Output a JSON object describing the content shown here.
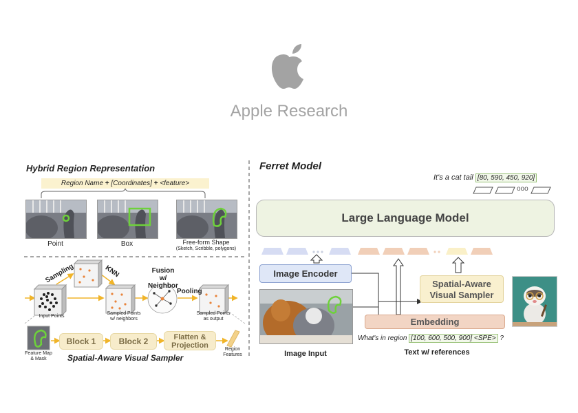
{
  "header": {
    "brand_name": "Apple Research",
    "logo_icon": "apple-logo-icon"
  },
  "left_panel": {
    "title": "Hybrid Region Representation",
    "formula": {
      "part1": "Region Name",
      "plus1": "+",
      "part2": "[Coordinates]",
      "plus2": "+",
      "part3": "<feature>"
    },
    "examples": [
      {
        "label": "Point"
      },
      {
        "label": "Box"
      },
      {
        "label": "Free-form Shape",
        "sublabel": "(Sketch, Scribble, polygons)"
      }
    ],
    "sampler": {
      "title": "Spatial-Aware Visual Sampler",
      "step_sampling": "Sampling",
      "step_knn": "KNN",
      "step_fusion_line1": "Fusion",
      "step_fusion_line2": "w/ Neighbor",
      "step_pooling": "Pooling",
      "input_points": "Input Points",
      "sampled_neighbors_line1": "Sampled Points",
      "sampled_neighbors_line2": "w/ neighbors",
      "sampled_output_line1": "Sampled Points",
      "sampled_output_line2": "as output",
      "feature_map_line1": "Feature Map",
      "feature_map_line2": "& Mask",
      "block1": "Block 1",
      "block2": "Block 2",
      "flatten_line1": "Flatten &",
      "flatten_line2": "Projection",
      "region_features_line1": "Region",
      "region_features_line2": "Features"
    }
  },
  "right_panel": {
    "title": "Ferret Model",
    "output_text": "It's a cat tail",
    "output_coords": "[80, 590, 450, 920]",
    "token_ellipsis": "ooo",
    "llm_label": "Large Language Model",
    "image_encoder": "Image Encoder",
    "spatial_sampler_line1": "Spatial-Aware",
    "spatial_sampler_line2": "Visual Sampler",
    "embedding": "Embedding",
    "input_question": "What's in region",
    "input_coords": "[100, 600, 500, 900]",
    "input_spe": "<SPE>",
    "input_qmark": "?",
    "image_input_label": "Image Input",
    "text_input_label": "Text w/ references"
  },
  "colors": {
    "brand_gray": "#a3a3a3",
    "highlight_green": "#6ed13b",
    "llm_fill": "#eef3e2",
    "encoder_fill": "#dfe7f7",
    "sampler_fill": "#f9f0cf",
    "embedding_fill": "#f2d5c4",
    "token_blue": "#d6dcf3",
    "token_orange": "#f1cfb8",
    "token_yellow": "#faf0c8",
    "arrow_orange": "#f0b429"
  }
}
